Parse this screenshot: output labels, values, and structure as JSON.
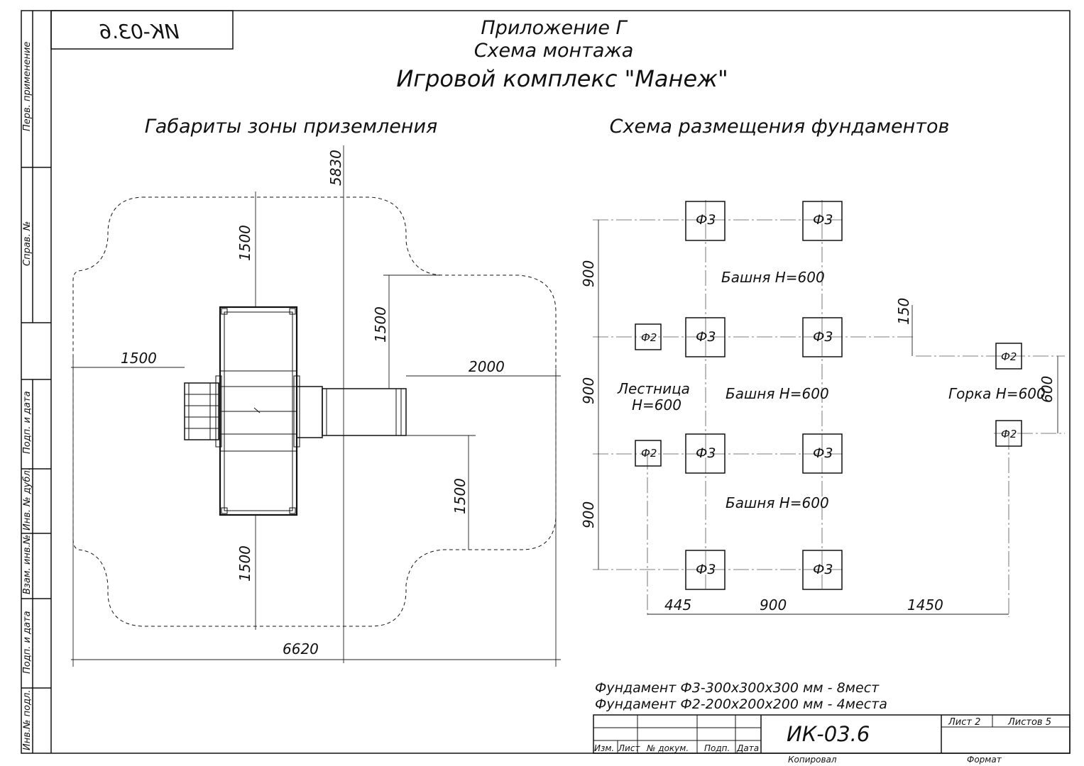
{
  "stamp": {
    "code_mirrored": "ИК-03.6"
  },
  "header": {
    "appendix": "Приложение Г",
    "subtitle": "Схема монтажа",
    "title": "Игровой комплекс \"Манеж\""
  },
  "left_section": {
    "title": "Габариты зоны приземления",
    "dims": {
      "total_height": "5830",
      "top": "1500",
      "bottom": "1500",
      "left": "1500",
      "slide_top": "1500",
      "right": "2000",
      "slide_bottom": "1500",
      "total_width": "6620"
    }
  },
  "right_section": {
    "title": "Схема размещения фундаментов",
    "foundation_f3": "Ф3",
    "foundation_f2": "Ф2",
    "towers": [
      "Башня H=600",
      "Башня H=600",
      "Башня H=600"
    ],
    "ladder": [
      "Лестница",
      "H=600"
    ],
    "slide": "Горка H=600",
    "dims": {
      "v1": "900",
      "v2": "900",
      "v3": "900",
      "offset": "150",
      "slide_gap": "600",
      "h1": "445",
      "h2": "900",
      "h3": "1450"
    }
  },
  "notes": [
    "Фундамент Ф3-300х300х300 мм - 8мест",
    "Фундамент Ф2-200х200х200 мм - 4места"
  ],
  "side_labels": [
    "Перв. применение",
    "Справ. №",
    "Подп. и дата",
    "Инв. № дубл.",
    "Взам. инв.№",
    "Подп. и дата",
    "Инв.№ подл."
  ],
  "title_block": {
    "code": "ИК-03.6",
    "sheet": "Лист 2",
    "sheets": "Листов 5",
    "col_izm": "Изм.",
    "col_list": "Лист",
    "col_doc": "№ докум.",
    "col_sign": "Подп.",
    "col_date": "Дата",
    "copied": "Копировал",
    "format": "Формат"
  }
}
